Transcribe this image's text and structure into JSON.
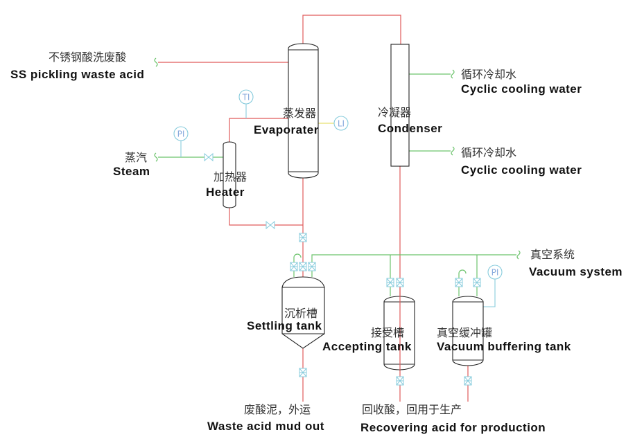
{
  "labels": {
    "feed_zh": "不锈钢酸洗废酸",
    "feed_en": "SS pickling waste acid",
    "steam_zh": "蒸汽",
    "steam_en": "Steam",
    "heater_zh": "加热器",
    "heater_en": "Heater",
    "evaporator_zh": "蒸发器",
    "evaporator_en": "Evaporater",
    "condenser_zh": "冷凝器",
    "condenser_en": "Condenser",
    "cooling1_zh": "循环冷却水",
    "cooling1_en": "Cyclic cooling water",
    "cooling2_zh": "循环冷却水",
    "cooling2_en": "Cyclic cooling water",
    "vacuum_zh": "真空系统",
    "vacuum_en": "Vacuum system",
    "settling_zh": "沉析槽",
    "settling_en": "Settling tank",
    "accepting_zh": "接受槽",
    "accepting_en": "Accepting tank",
    "buffer_zh": "真空缓冲罐",
    "buffer_en": "Vacuum buffering tank",
    "mud_zh": "废酸泥，外运",
    "mud_en": "Waste acid mud out",
    "recover_zh": "回收酸，回用于生产",
    "recover_en": "Recovering acid for production"
  },
  "instruments": {
    "ti": "TI",
    "li": "LI",
    "pi_steam": "PI",
    "pi_buffer": "PI"
  },
  "colors": {
    "acid_line": "#e05a5a",
    "vacuum_steam_line": "#6cc36c",
    "instrument": "#88ccdd",
    "level_signal": "#e6e070"
  }
}
